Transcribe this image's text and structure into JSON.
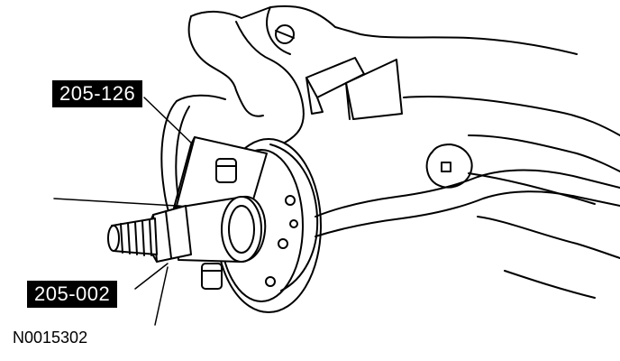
{
  "labels": {
    "tool_a": "205-126",
    "tool_b": "205-002"
  },
  "figure_id": "N0015302",
  "colors": {
    "ink": "#000000",
    "paper": "#ffffff"
  }
}
